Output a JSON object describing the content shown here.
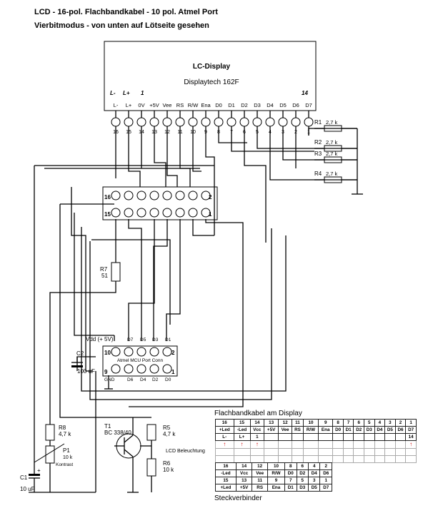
{
  "header": {
    "line1": "LCD - 16-pol. Flachbandkabel - 10 pol. Atmel Port",
    "line2": "Vierbitmodus - von unten auf Lötseite gesehen"
  },
  "lcd": {
    "title": "LC-Display",
    "model": "Displaytech 162F",
    "corner_left": [
      "L-",
      "L+",
      "1"
    ],
    "corner_right": "14",
    "pin_functions": [
      "L-",
      "L+",
      "0V",
      "+5V",
      "Vee",
      "RS",
      "R/W",
      "Ena",
      "D0",
      "D1",
      "D2",
      "D3",
      "D4",
      "D5",
      "D6",
      "D7"
    ],
    "pin_numbers": [
      "16",
      "15",
      "14",
      "13",
      "12",
      "11",
      "10",
      "9",
      "8",
      "7",
      "6",
      "5",
      "4",
      "3",
      "2",
      "1"
    ]
  },
  "resistors": [
    {
      "name": "R1",
      "value": "2,7 k"
    },
    {
      "name": "R2",
      "value": "2,7 k"
    },
    {
      "name": "R3",
      "value": "2,7 k"
    },
    {
      "name": "R4",
      "value": "2,7 k"
    },
    {
      "name": "R5",
      "value": "4,7 k"
    },
    {
      "name": "R6",
      "value": "10 k"
    },
    {
      "name": "R7",
      "value": "51"
    },
    {
      "name": "R8",
      "value": "4,7 k"
    }
  ],
  "ribbon_connector": {
    "top_left": "16",
    "top_right": "2",
    "bottom_left": "15",
    "bottom_right": "1"
  },
  "mcu_port": {
    "title": "Atmel MCU Port Conn",
    "vdd": "Vdd (+ 5V)",
    "top_labels": [
      "D7",
      "D5",
      "D3",
      "D1"
    ],
    "bottom_labels": [
      "GND",
      "D6",
      "D4",
      "D2",
      "D0"
    ],
    "pin_left_top": "10",
    "pin_right_top": "2",
    "pin_left_bottom": "9",
    "pin_right_bottom": "1"
  },
  "parts": {
    "c1": {
      "name": "C1",
      "value": "10 uF"
    },
    "c2": {
      "name": "C2",
      "value": "100 uF"
    },
    "p1": {
      "name": "P1",
      "value": "10 k",
      "role": "Kontrast"
    },
    "t1": {
      "name": "T1",
      "type": "BC 338/40"
    },
    "backlight": "LCD Beleuchtung",
    "plus": "+"
  },
  "table_flachband": {
    "caption": "Flachbandkabel am Display",
    "numbers": [
      "16",
      "15",
      "14",
      "13",
      "12",
      "11",
      "10",
      "9",
      "8",
      "7",
      "6",
      "5",
      "4",
      "3",
      "2",
      "1"
    ],
    "labels": [
      "+Led",
      "-Led",
      "Vcc",
      "+5V",
      "Vee",
      "RS",
      "R/W",
      "Ena",
      "D0",
      "D1",
      "D2",
      "D3",
      "D4",
      "D5",
      "D6",
      "D7"
    ],
    "extra": [
      "L-",
      "L+",
      "1",
      "",
      "",
      "",
      "",
      "",
      "",
      "",
      "",
      "",
      "",
      "",
      "",
      "14"
    ]
  },
  "table_stecker": {
    "caption": "Steckverbinder",
    "row1_num": [
      "16",
      "14",
      "12",
      "10",
      "8",
      "6",
      "4",
      "2"
    ],
    "row1_lab": [
      "-Led",
      "Vcc",
      "Vee",
      "R/W",
      "D0",
      "D2",
      "D4",
      "D6"
    ],
    "row2_num": [
      "15",
      "13",
      "11",
      "9",
      "7",
      "5",
      "3",
      "1"
    ],
    "row2_lab": [
      "+Led",
      "+5V",
      "RS",
      "Ena",
      "D1",
      "D3",
      "D5",
      "D7"
    ]
  }
}
